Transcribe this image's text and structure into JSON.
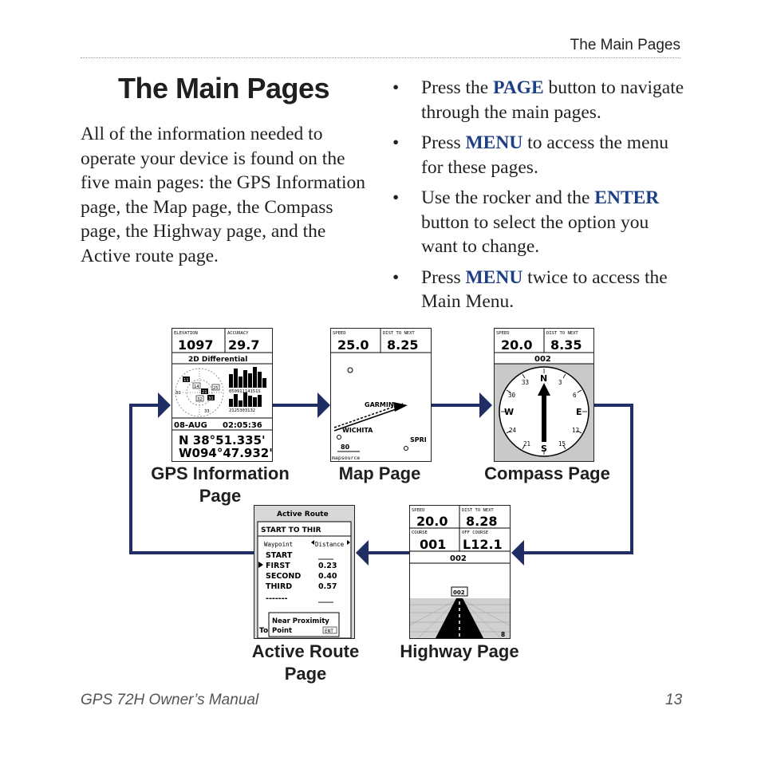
{
  "header": {
    "section_title": "The Main Pages"
  },
  "page_title": "The Main Pages",
  "intro": "All of the information needed to operate your device is found on the five main pages: the GPS Information page, the Map page, the Compass page, the Highway page, and the Active route page.",
  "bullets": [
    {
      "pre": "Press the ",
      "key": "PAGE",
      "post": " button to navigate through the main pages."
    },
    {
      "pre": "Press ",
      "key": "MENU",
      "post": " to access the menu for these pages."
    },
    {
      "pre": "Use the rocker and the ",
      "key": "ENTER",
      "post": " button to select the option you want to change."
    },
    {
      "pre": "Press ",
      "key": "MENU",
      "post": " twice to access the Main Menu."
    }
  ],
  "screens": {
    "gps": {
      "label_1": "GPS Information",
      "label_2": "Page",
      "elevation_label": "ELEVATION",
      "accuracy_label": "ACCURACY",
      "elevation": "1097",
      "accuracy": "29.7",
      "status": "2D Differential",
      "sat_numbers": [
        "11",
        "14",
        "21",
        "25",
        "31",
        "32",
        "33",
        "31"
      ],
      "bar_numbers_top": "05091114151S",
      "bar_numbers_bottom": "2125303132",
      "date": "08-AUG",
      "time": "02:05:36",
      "lat": "N 38°51.335'",
      "lon": "W094°47.932'"
    },
    "map": {
      "label": "Map Page",
      "speed_label": "SPEED",
      "dist_label": "DIST TO NEXT",
      "speed": "25.0",
      "dist": "8.25",
      "place_1": "GARMIN",
      "place_2": "WICHITA",
      "place_3": "SPRI",
      "scale": "80",
      "footer": "mapsource"
    },
    "compass": {
      "label": "Compass Page",
      "speed_label": "SPEED",
      "dist_label": "DIST TO NEXT",
      "speed": "20.0",
      "dist": "8.35",
      "heading": "002",
      "cardinals": [
        "N",
        "E",
        "S",
        "W"
      ],
      "ticks": [
        "3",
        "6",
        "12",
        "15",
        "21",
        "24",
        "30",
        "33"
      ]
    },
    "route": {
      "label_1": "Active Route",
      "label_2": "Page",
      "title": "Active Route",
      "route_name": "START TO THIR",
      "col_1": "Waypoint",
      "col_2": "Distance",
      "rows": [
        {
          "name": "START",
          "dist": "____"
        },
        {
          "name": "FIRST",
          "dist": "0.23"
        },
        {
          "name": "SECOND",
          "dist": "0.40"
        },
        {
          "name": "THIRD",
          "dist": "0.57"
        },
        {
          "name": "-------",
          "dist": "____"
        }
      ],
      "popup_1": "Near Proximity",
      "popup_2": "Point",
      "popup_btn": "ENT",
      "side": "To"
    },
    "highway": {
      "label": "Highway Page",
      "speed_label": "SPEED",
      "dist_label": "DIST TO NEXT",
      "course_label": "COURSE",
      "offcourse_label": "OFF COURSE",
      "speed": "20.0",
      "dist": "8.28",
      "course": "001",
      "offcourse": "L12.1",
      "waypoint": "002",
      "sign": "002",
      "scale": "8"
    }
  },
  "footer": {
    "manual": "GPS 72H Owner’s Manual",
    "page": "13"
  }
}
